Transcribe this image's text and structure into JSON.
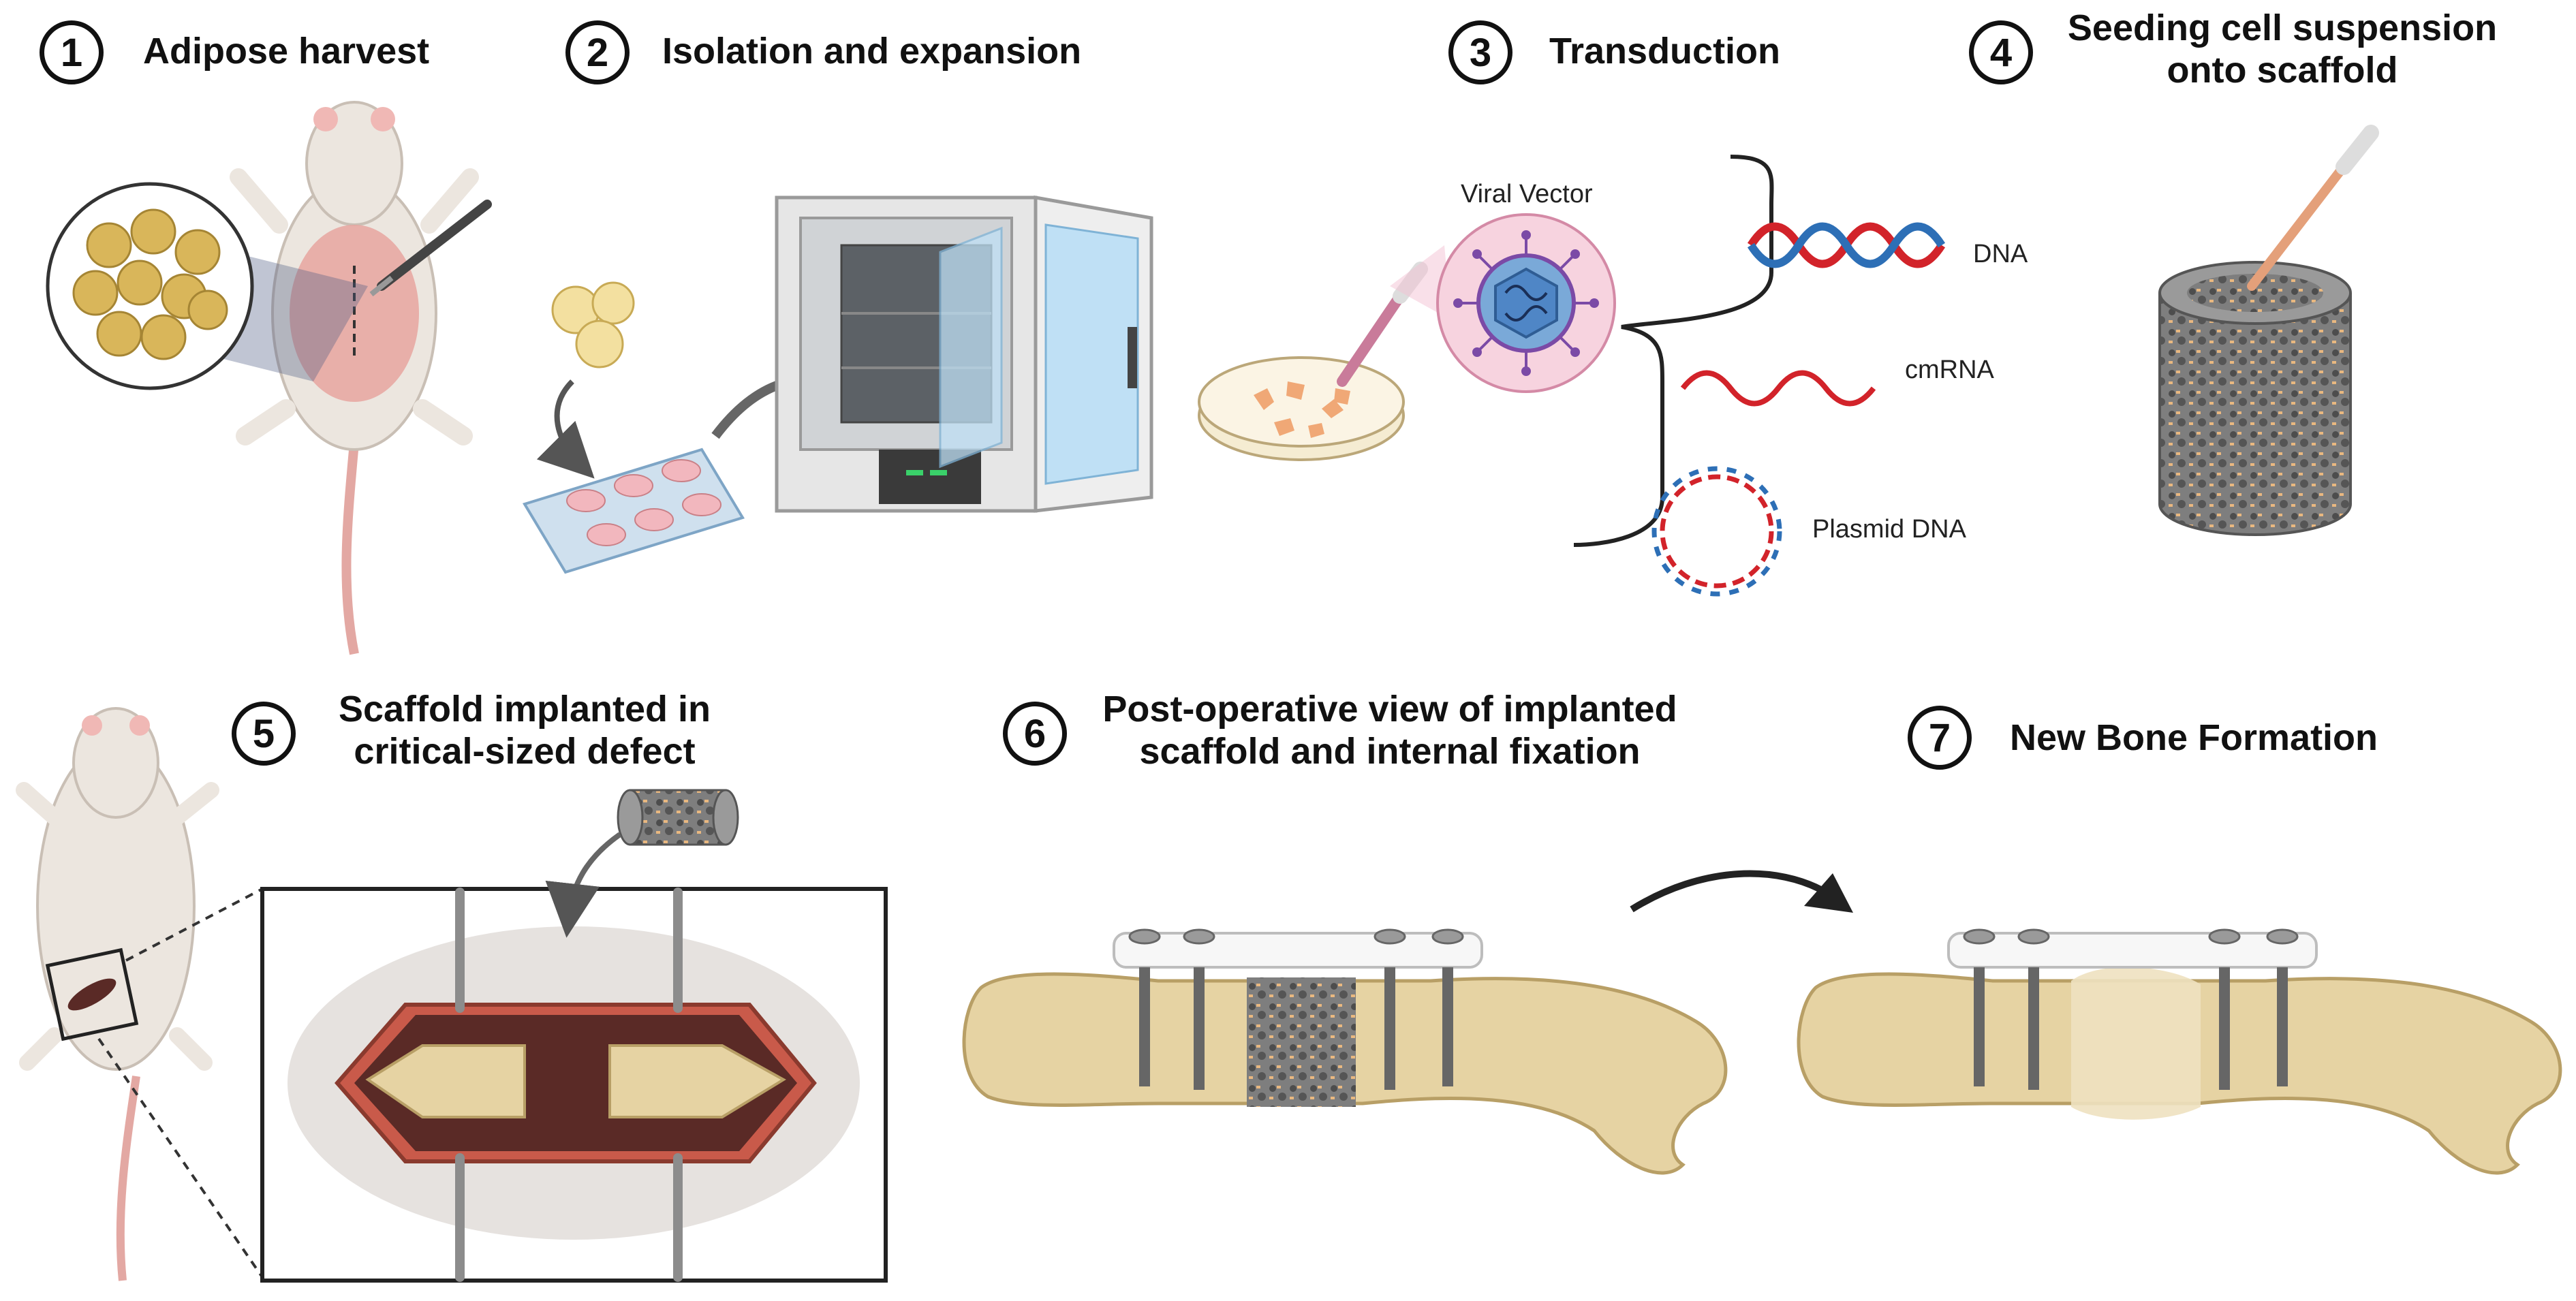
{
  "steps": [
    {
      "number": "1",
      "title": "Adipose harvest"
    },
    {
      "number": "2",
      "title": "Isolation and expansion"
    },
    {
      "number": "3",
      "title": "Transduction"
    },
    {
      "number": "4",
      "title_line1": "Seeding cell suspension",
      "title_line2": "onto scaffold"
    },
    {
      "number": "5",
      "title_line1": "Scaffold implanted in",
      "title_line2": "critical-sized defect"
    },
    {
      "number": "6",
      "title_line1": "Post-operative view of implanted",
      "title_line2": "scaffold and internal fixation"
    },
    {
      "number": "7",
      "title": "New Bone Formation"
    }
  ],
  "labels": {
    "viral_vector": "Viral Vector",
    "dna": "DNA",
    "cmrna": "cmRNA",
    "plasmid_dna": "Plasmid DNA"
  },
  "colors": {
    "bone": "#e6d3a3",
    "bone_outline": "#b89f66",
    "rat_body": "#ece6df",
    "rat_tail": "#e3a8a3",
    "adipose": "#d9b65a",
    "scaffold": "#8c8c8c",
    "defect": "#5a2a26",
    "dna_red": "#d2232a",
    "dna_blue": "#2d6fb6",
    "virus_pink": "#f2c6d4",
    "virus_purple": "#7b4aa6"
  },
  "icons": [
    "rat-icon",
    "scalpel-icon",
    "adipose-cells-icon",
    "well-plate-icon",
    "incubator-icon",
    "petri-dish-icon",
    "pipette-icon",
    "virus-icon",
    "dna-helix-icon",
    "mrna-icon",
    "plasmid-icon",
    "scaffold-icon",
    "surgical-retractor-icon",
    "bone-icon",
    "fixation-plate-icon",
    "curved-arrow-icon"
  ]
}
